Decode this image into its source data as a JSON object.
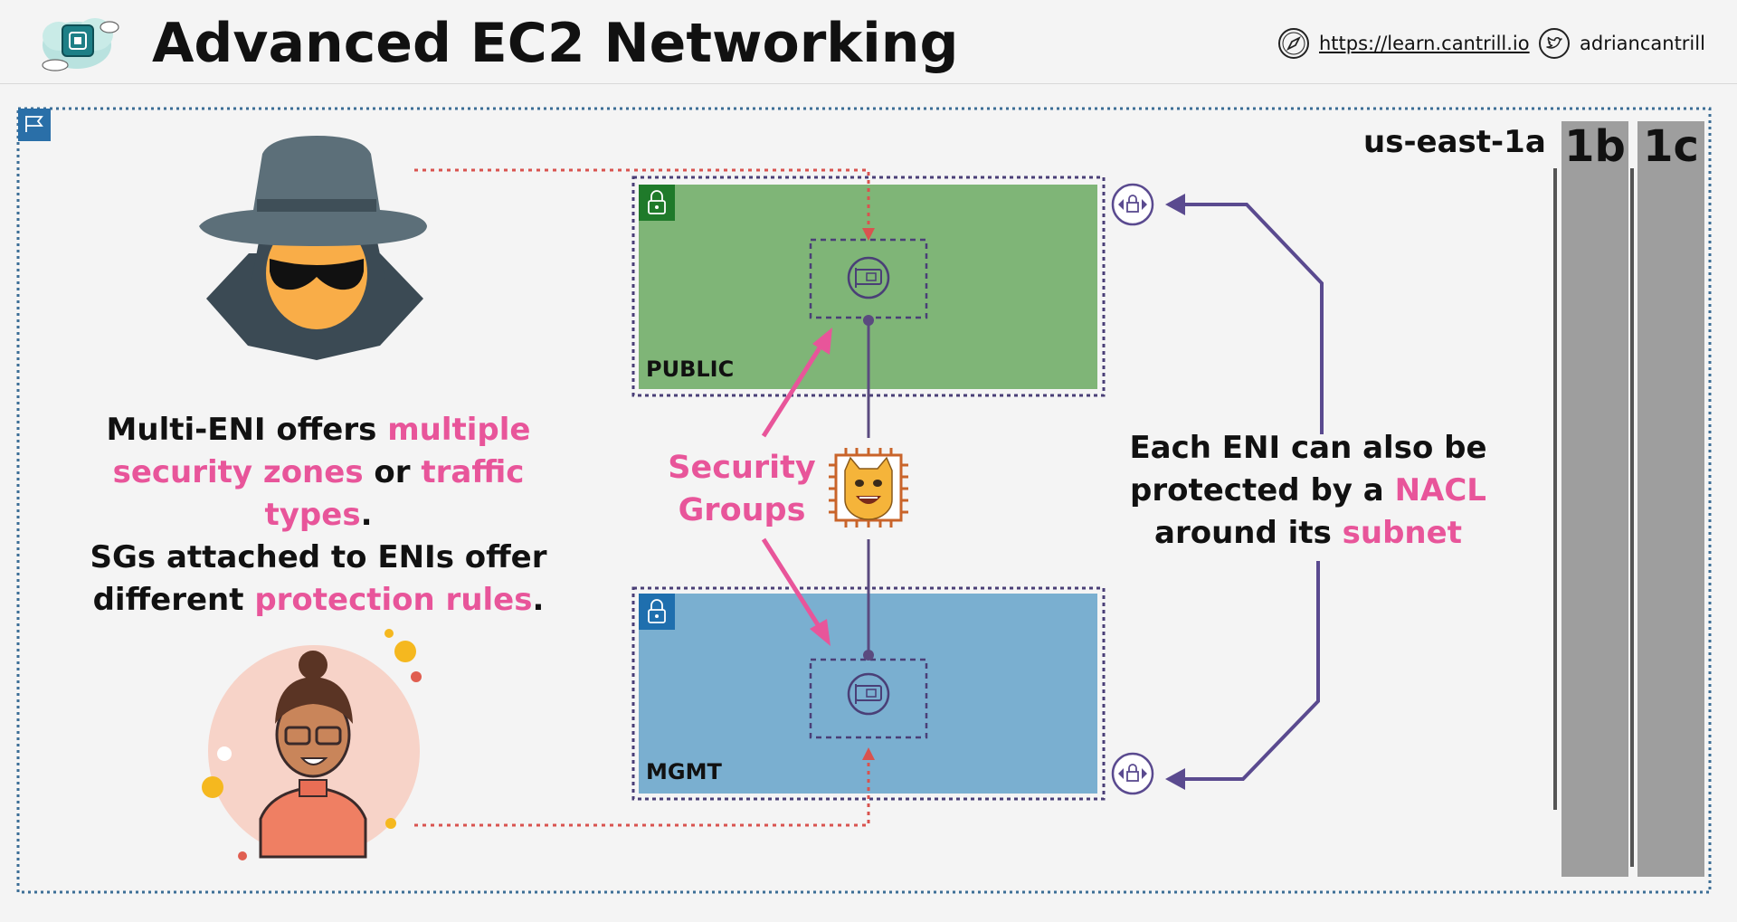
{
  "header": {
    "title": "Advanced EC2 Networking",
    "website": "https://learn.cantrill.io",
    "twitter": "adriancantrill"
  },
  "diagram": {
    "region_label": "us-east-1a",
    "az_b_label": "1b",
    "az_c_label": "1c",
    "public_subnet_label": "PUBLIC",
    "mgmt_subnet_label": "MGMT",
    "security_groups_line1": "Security",
    "security_groups_line2": "Groups",
    "left_text": {
      "l1a": "Multi-ENI offers ",
      "l1b": "multiple",
      "l2a": "security zones",
      "l2b": " or ",
      "l2c": "traffic types",
      "l2d": ".",
      "l3": "SGs attached to ENIs offer",
      "l4a": "different ",
      "l4b": "protection rules",
      "l4c": "."
    },
    "right_text": {
      "l1": "Each ENI can also be",
      "l2a": "protected by a ",
      "l2b": "NACL",
      "l3a": "around its ",
      "l3b": "subnet"
    }
  },
  "colors": {
    "public_subnet": "#7fb577",
    "mgmt_subnet": "#7aafd0",
    "accent_pink": "#e8559a",
    "purple": "#5a4a8f",
    "dotted_red": "#d9534f",
    "az_grey": "#9e9e9e"
  },
  "icons": [
    "cloud-logo-icon",
    "compass-icon",
    "twitter-icon",
    "region-flag-icon",
    "lock-icon",
    "eni-icon",
    "ec2-instance-icon",
    "nacl-icon",
    "spy-avatar",
    "user-avatar"
  ]
}
